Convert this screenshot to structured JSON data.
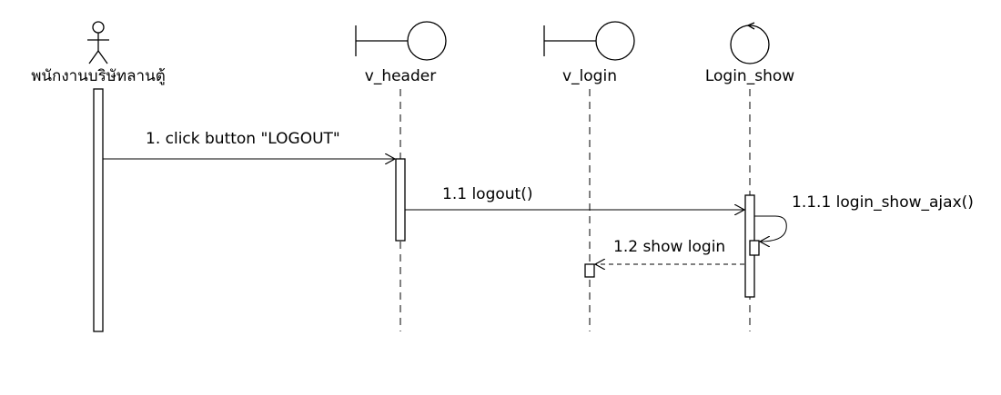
{
  "participants": [
    {
      "id": "actor",
      "label": "พนักงานบริษัทลานตู้",
      "kind": "actor"
    },
    {
      "id": "v_header",
      "label": "v_header",
      "kind": "boundary"
    },
    {
      "id": "v_login",
      "label": "v_login",
      "kind": "boundary"
    },
    {
      "id": "login_show",
      "label": "Login_show",
      "kind": "control"
    }
  ],
  "messages": [
    {
      "id": "m1",
      "label": "1. click button \"LOGOUT\"",
      "from": "actor",
      "to": "v_header",
      "style": "solid"
    },
    {
      "id": "m2",
      "label": "1.1 logout()",
      "from": "v_header",
      "to": "login_show",
      "style": "solid"
    },
    {
      "id": "m3",
      "label": "1.1.1 login_show_ajax()",
      "from": "login_show",
      "to": "login_show",
      "style": "self"
    },
    {
      "id": "m4",
      "label": "1.2 show login",
      "from": "login_show",
      "to": "v_login",
      "style": "return"
    }
  ]
}
